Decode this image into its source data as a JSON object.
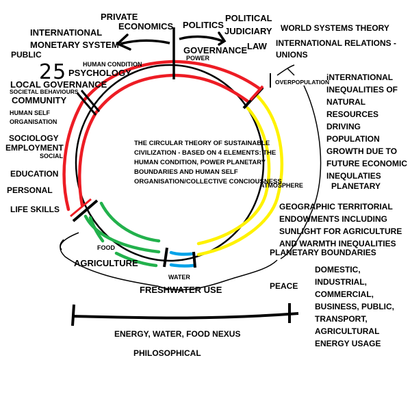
{
  "title_note": {
    "number": "25"
  },
  "colors": {
    "ink": "#000000",
    "human_condition": "#ed1c24",
    "planetary": "#fff200",
    "food": "#22b14c",
    "water": "#00a2e8"
  },
  "top": {
    "private": "PRIVATE",
    "economics": "ECONOMICS",
    "politics": "POLITICS",
    "political": "POLITICAL",
    "judiciary": "JUDICIARY",
    "law": "LAW",
    "governance": "GOVERNANCE",
    "power": "POWER",
    "international": "INTERNATIONAL",
    "monetary_system": "MONETARY SYSTEM",
    "world_systems_theory": "WORLD SYSTEMS THEORY",
    "international_relations": "INTERNATIONAL RELATIONS -",
    "unions": "UNIONS"
  },
  "left": {
    "public": "PUBLIC",
    "human_condition": "HUMAN CONDITION",
    "psychology": "PSYCHOLOGY",
    "local_governance": "LOCAL GOVERNANCE",
    "societal_behaviours": "SOCIETAL BEHAVIOURS",
    "community": "COMMUNITY",
    "human_self": "HUMAN SELF",
    "organisation": "ORGANISATION",
    "sociology": "SOCIOLOGY",
    "employment": "EMPLOYMENT",
    "social": "SOCIAL",
    "education": "EDUCATION",
    "personal": "PERSONAL",
    "life_skills": "LIFE SKILLS"
  },
  "center": {
    "description": "THE CIRCULAR THEORY OF SUSTAINABLE CIVILIZATION - BASED ON 4 ELEMENTS: THE HUMAN CONDITION, POWER PLANETARY BOUNDARIES AND HUMAN SELF ORGANISATION/COLLECTIVE CONCIOUSNESS"
  },
  "right": {
    "overpopulation": "OVERPOPULATION",
    "inequalities_lines": [
      "iNTERNATIONAL",
      "INEQUALITIES OF",
      "NATURAL",
      "RESOURCES",
      "DRIVING",
      "POPULATION",
      "GROWTH DUE TO",
      "FUTURE ECONOMIC",
      "INEQULATIES"
    ],
    "planetary": "PLANETARY",
    "atmosphere": "ATMOSPHERE",
    "geographic_lines": [
      "GEOGRAPHIC TERRITORIAL",
      "ENDOWMENTS INCLUDING",
      "SUNLIGHT FOR AGRICULTURE",
      "AND WARMTH INEQUALITIES"
    ],
    "planetary_boundaries": "PLANETARY BOUNDARIES",
    "peace": "PEACE",
    "energy_usage_lines": [
      "DOMESTIC,",
      "INDUSTRIAL,",
      "COMMERCIAL,",
      "BUSINESS, PUBLIC,",
      "TRANSPORT,",
      "AGRICULTURAL",
      "ENERGY USAGE"
    ]
  },
  "bottom": {
    "food": "FOOD",
    "agriculture": "AGRICULTURE",
    "water": "WATER",
    "freshwater_use": "FRESHWATER USE",
    "nexus": "ENERGY, WATER, FOOD NEXUS",
    "philosophical": "PHILOSOPHICAL"
  }
}
